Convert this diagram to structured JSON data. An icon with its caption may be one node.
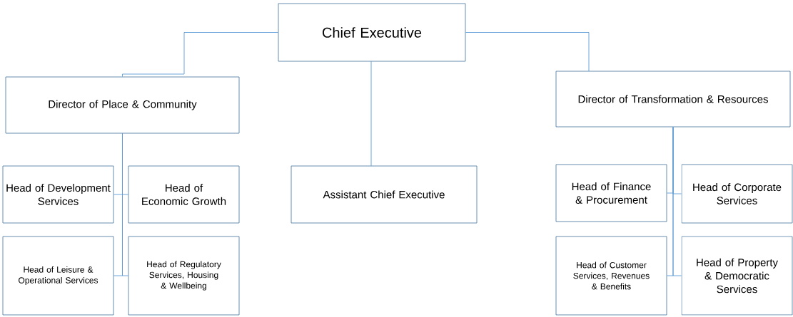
{
  "diagram": {
    "nodes": [
      {
        "text": [
          "Chief Executive"
        ]
      },
      {
        "text": [
          "Director of Place & Community"
        ]
      },
      {
        "text": [
          "Director of Transformation & Resources"
        ]
      },
      {
        "text": [
          "Assistant Chief Executive"
        ]
      },
      {
        "text": [
          "Head of Development Services"
        ]
      },
      {
        "text": [
          "Head of Economic Growth"
        ]
      },
      {
        "text": [
          "Head of Leisure & Operational Services"
        ]
      },
      {
        "text": [
          "Head of Regulatory Services, Housing & Wellbeing"
        ]
      },
      {
        "text": [
          "Head of Finance & Procurement"
        ]
      },
      {
        "text": [
          "Head of Corporate Services"
        ]
      },
      {
        "text": [
          "Head of Customer Services, Revenues & Benefits"
        ]
      },
      {
        "text": [
          "Head of Property & Democratic Services"
        ]
      }
    ],
    "edges": [
      {
        "from": 0,
        "to": 1,
        "arrow": "none"
      },
      {
        "from": 0,
        "to": 3,
        "arrow": "none"
      },
      {
        "from": 0,
        "to": 2,
        "arrow": "none"
      },
      {
        "from": 1,
        "to": 4,
        "arrow": "none"
      },
      {
        "from": 1,
        "to": 5,
        "arrow": "none"
      },
      {
        "from": 1,
        "to": 6,
        "arrow": "none"
      },
      {
        "from": 1,
        "to": 7,
        "arrow": "none"
      },
      {
        "from": 2,
        "to": 8,
        "arrow": "none"
      },
      {
        "from": 2,
        "to": 9,
        "arrow": "none"
      },
      {
        "from": 2,
        "to": 10,
        "arrow": "none"
      },
      {
        "from": 2,
        "to": 11,
        "arrow": "none"
      }
    ]
  }
}
